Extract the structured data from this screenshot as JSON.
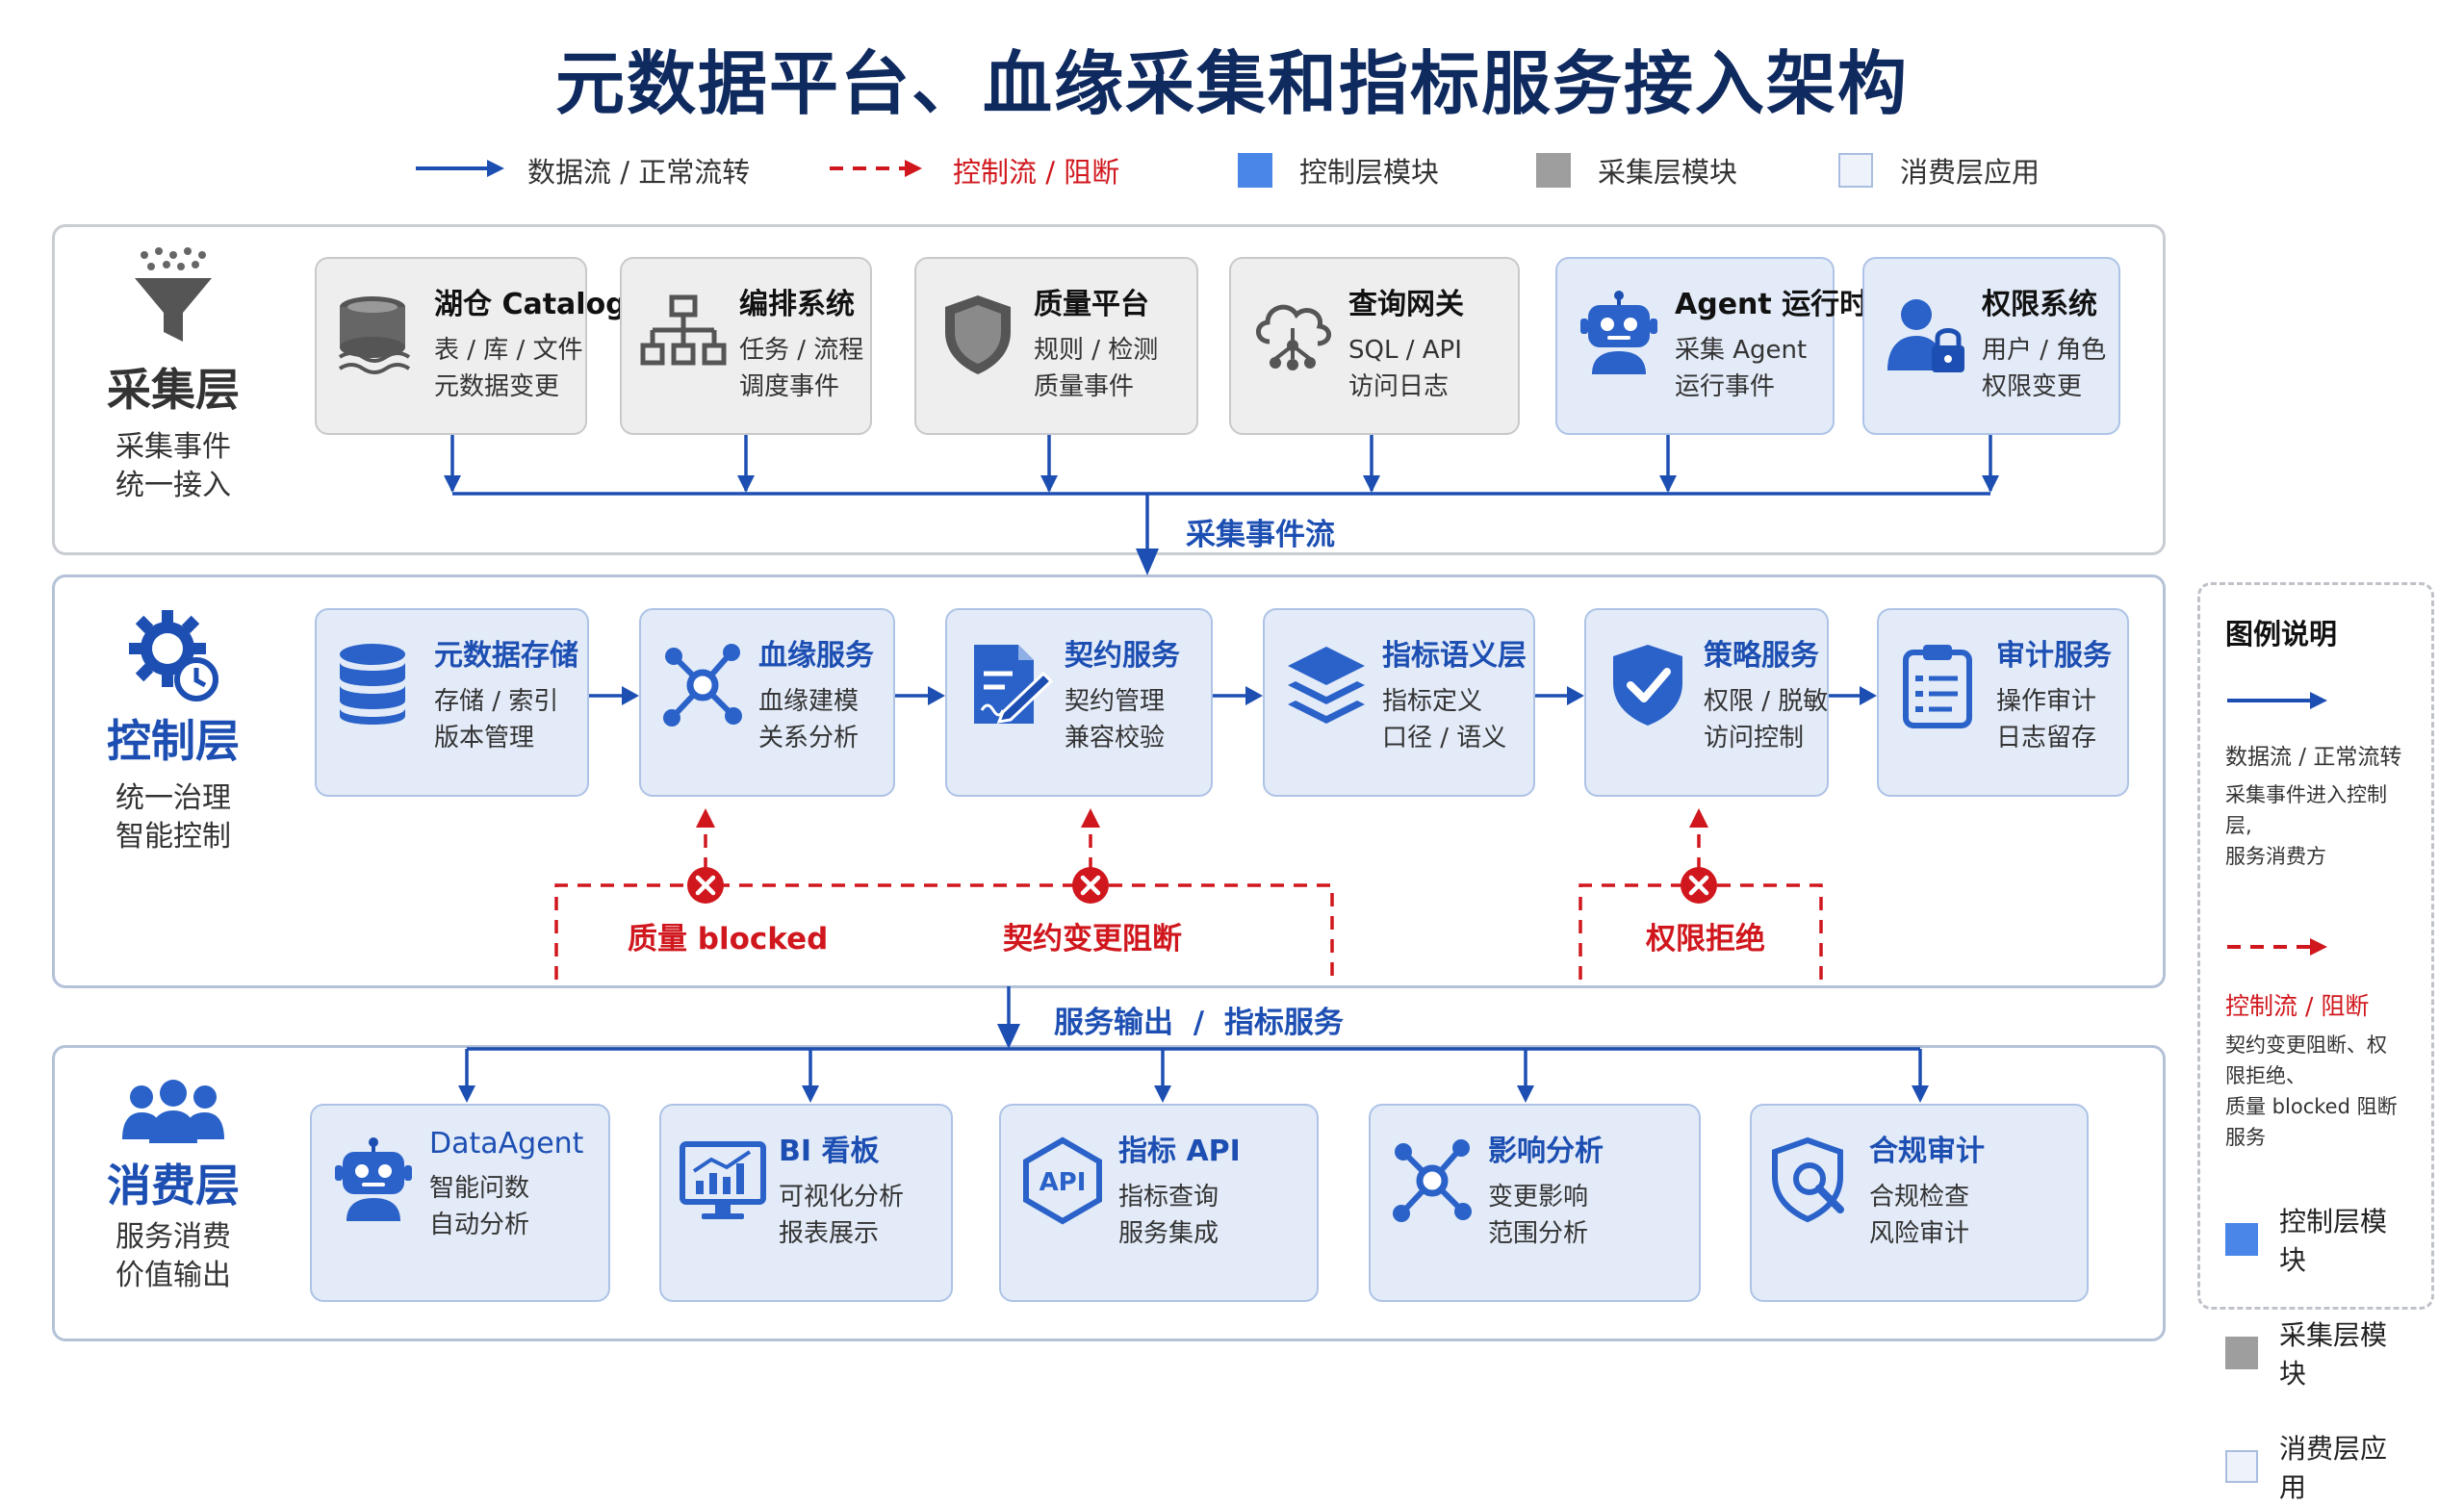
{
  "title": "元数据平台、血缘采集和指标服务接入架构",
  "legend_top": {
    "data_flow": "数据流 / 正常流转",
    "control_flow": "控制流 / 阻断",
    "control_module": "控制层模块",
    "collect_module": "采集层模块",
    "consume_app": "消费层应用"
  },
  "colors": {
    "blue": "#1d4fb3",
    "red": "#d0171d",
    "control_fill": "#4a86e8",
    "collect_fill": "#9e9e9e",
    "consume_fill": "#eef3fb"
  },
  "collect_layer": {
    "name": "采集层",
    "sub": [
      "采集事件",
      "统一接入"
    ],
    "icon": "funnel-icon",
    "cards": [
      {
        "title": "湖仓 Catalog",
        "lines": [
          "表 / 库 / 文件",
          "元数据变更"
        ],
        "icon": "database-disk-icon"
      },
      {
        "title": "编排系统",
        "lines": [
          "任务 / 流程",
          "调度事件"
        ],
        "icon": "hierarchy-icon"
      },
      {
        "title": "质量平台",
        "lines": [
          "规则 / 检测",
          "质量事件"
        ],
        "icon": "shield-icon"
      },
      {
        "title": "查询网关",
        "lines": [
          "SQL / API",
          "访问日志"
        ],
        "icon": "cloud-network-icon"
      },
      {
        "title": "Agent 运行时",
        "lines": [
          "采集 Agent",
          "运行事件"
        ],
        "icon": "robot-icon"
      },
      {
        "title": "权限系统",
        "lines": [
          "用户 / 角色",
          "权限变更"
        ],
        "icon": "user-lock-icon"
      }
    ],
    "flow_label": "采集事件流"
  },
  "control_layer": {
    "name": "控制层",
    "sub": [
      "统一治理",
      "智能控制"
    ],
    "icon": "gear-clock-icon",
    "cards": [
      {
        "title": "元数据存储",
        "lines": [
          "存储 / 索引",
          "版本管理"
        ],
        "icon": "database-icon"
      },
      {
        "title": "血缘服务",
        "lines": [
          "血缘建模",
          "关系分析"
        ],
        "icon": "network-icon"
      },
      {
        "title": "契约服务",
        "lines": [
          "契约管理",
          "兼容校验"
        ],
        "icon": "contract-icon"
      },
      {
        "title": "指标语义层",
        "lines": [
          "指标定义",
          "口径 / 语义"
        ],
        "icon": "layers-icon"
      },
      {
        "title": "策略服务",
        "lines": [
          "权限 / 脱敏",
          "访问控制"
        ],
        "icon": "shield-check-icon"
      },
      {
        "title": "审计服务",
        "lines": [
          "操作审计",
          "日志留存"
        ],
        "icon": "clipboard-icon"
      }
    ],
    "blocks": [
      "质量 blocked",
      "契约变更阻断",
      "权限拒绝"
    ],
    "flow_label_a": "服务输出",
    "flow_label_sep": "/",
    "flow_label_b": "指标服务"
  },
  "consume_layer": {
    "name": "消费层",
    "sub": [
      "服务消费",
      "价值输出"
    ],
    "icon": "users-icon",
    "cards": [
      {
        "title": "DataAgent",
        "lines": [
          "智能问数",
          "自动分析"
        ],
        "icon": "robot-icon"
      },
      {
        "title": "BI 看板",
        "lines": [
          "可视化分析",
          "报表展示"
        ],
        "icon": "chart-icon"
      },
      {
        "title": "指标 API",
        "lines": [
          "指标查询",
          "服务集成"
        ],
        "icon": "api-icon"
      },
      {
        "title": "影响分析",
        "lines": [
          "变更影响",
          "范围分析"
        ],
        "icon": "network-icon"
      },
      {
        "title": "合规审计",
        "lines": [
          "合规检查",
          "风险审计"
        ],
        "icon": "search-shield-icon"
      }
    ]
  },
  "side_legend": {
    "title": "图例说明",
    "data_flow": "数据流 / 正常流转",
    "data_flow_desc": [
      "采集事件进入控制层,",
      "服务消费方"
    ],
    "control_flow": "控制流 / 阻断",
    "control_flow_desc": [
      "契约变更阻断、权限拒绝、",
      "质量 blocked 阻断服务"
    ],
    "control_module": "控制层模块",
    "collect_module": "采集层模块",
    "consume_app": "消费层应用"
  }
}
